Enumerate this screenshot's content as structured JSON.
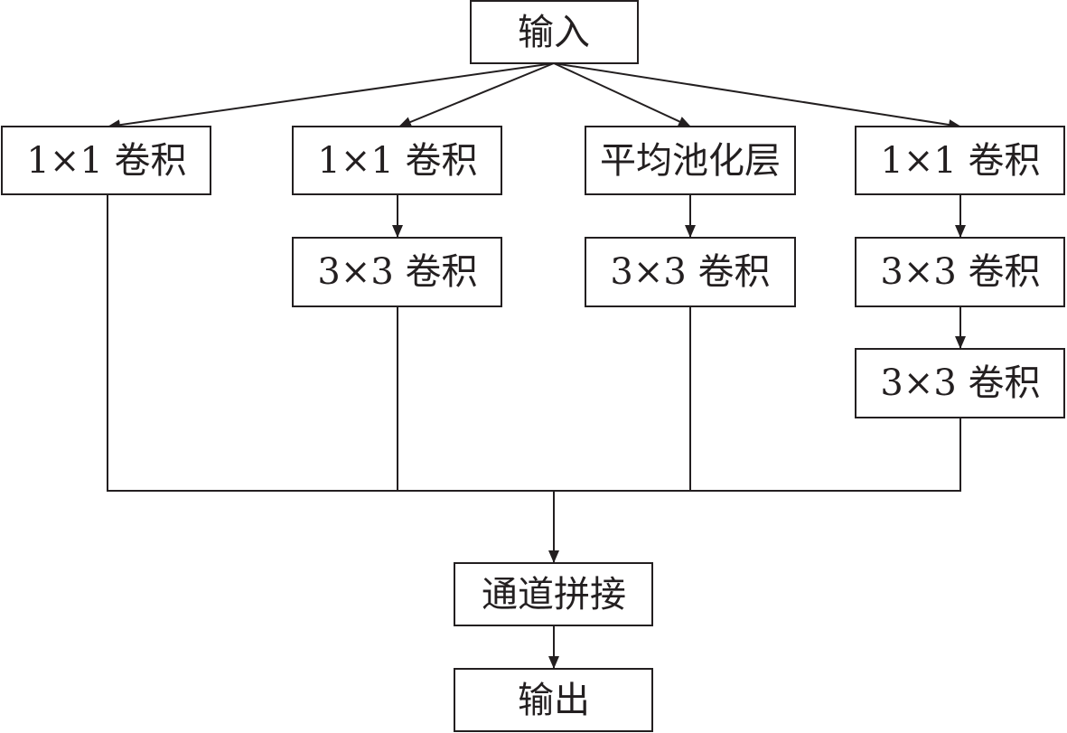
{
  "nodes": {
    "input": "输入",
    "branch1_conv1x1": "1×1 卷积",
    "branch2_conv1x1": "1×1 卷积",
    "branch2_conv3x3": "3×3 卷积",
    "branch3_avgpool": "平均池化层",
    "branch3_conv3x3": "3×3 卷积",
    "branch4_conv1x1": "1×1 卷积",
    "branch4_conv3x3_a": "3×3 卷积",
    "branch4_conv3x3_b": "3×3 卷积",
    "concat": "通道拼接",
    "output": "输出"
  },
  "colors": {
    "stroke": "#231f20",
    "background": "#ffffff"
  }
}
